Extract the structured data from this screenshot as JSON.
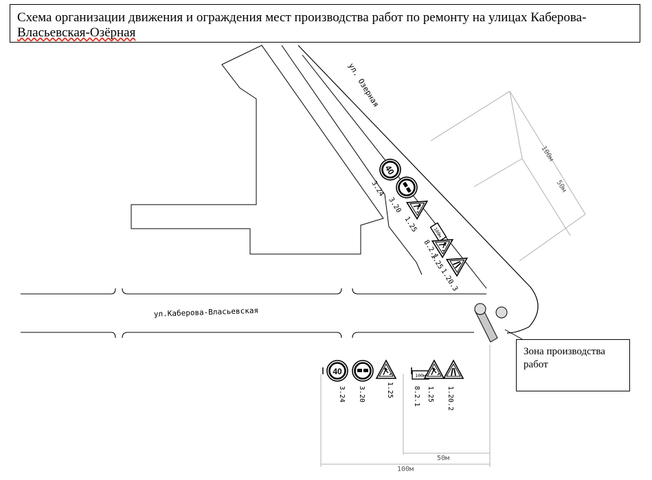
{
  "title": {
    "line1": "Схема организации движения и ограждения мест производства работ по ремонту на улицах Каберова-",
    "line2": "Власьевская-Озёрная"
  },
  "streets": {
    "ozernaya": "ул. Озерная",
    "kaberova": "ул.Каберова-Власьевская"
  },
  "signs_diagonal": [
    {
      "code": "3.24",
      "legend": "40"
    },
    {
      "code": "3.20",
      "legend": ""
    },
    {
      "code": "1.25",
      "legend": ""
    },
    {
      "code": "8.2.1",
      "legend": "100м"
    },
    {
      "code": "1.25",
      "legend": ""
    },
    {
      "code": "1.20.3",
      "legend": ""
    }
  ],
  "signs_bottom": [
    {
      "code": "3.24",
      "legend": "40"
    },
    {
      "code": "3.20",
      "legend": ""
    },
    {
      "code": "1.25",
      "legend": ""
    },
    {
      "code": "8.2.1",
      "legend": "100м"
    },
    {
      "code": "1.25",
      "legend": ""
    },
    {
      "code": "1.20.2",
      "legend": ""
    }
  ],
  "dimensions": {
    "right_long": "100м",
    "right_short": "50м",
    "bottom_short": "50м",
    "bottom_long": "100м"
  },
  "callout": {
    "line1": "Зона производства",
    "line2": "работ"
  },
  "colors": {
    "lines": "#000000",
    "dimension_lines": "#b0b0b0",
    "fence_fill": "#c8c8c8"
  }
}
